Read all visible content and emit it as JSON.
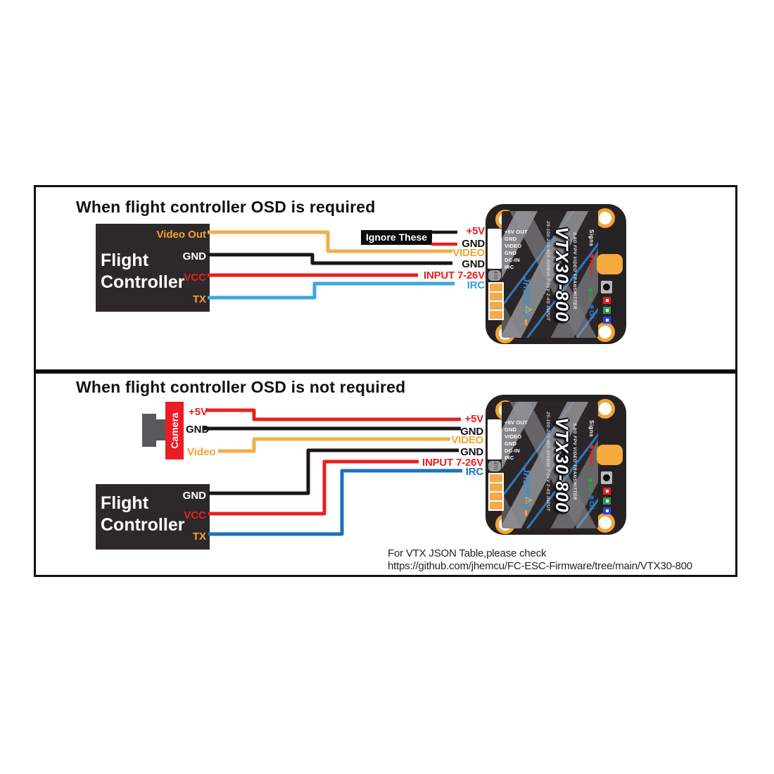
{
  "colors": {
    "wire_orange": "#efaf4e",
    "wire_red": "#e8201e",
    "wire_black": "#1a1516",
    "wire_blue_light": "#3ea7e0",
    "wire_blue_dark": "#1e72bc",
    "camera_red": "#ec1c24",
    "pad_orange": "#f2a435",
    "board_black": "#262223",
    "led_green": "#2e9e47",
    "led_blue": "#2742f0"
  },
  "panel1": {
    "title": "When flight controller OSD is required",
    "flight_controller": {
      "line1": "Flight",
      "line2": "Controller",
      "pins": [
        "Video Out",
        "GND",
        "VCC",
        "TX"
      ]
    },
    "ignore_label": "Ignore These",
    "vtx_wire_labels": [
      "+5V",
      "GND",
      "VIDEO",
      "GND",
      "INPUT 7-26V",
      "IRC"
    ]
  },
  "panel2": {
    "title": "When flight controller OSD is not required",
    "camera": {
      "label": "Camera",
      "pins": [
        "+5V",
        "GND",
        "Video"
      ]
    },
    "flight_controller": {
      "line1": "Flight",
      "line2": "Controller",
      "pins": [
        "GND",
        "VCC",
        "TX"
      ]
    },
    "vtx_wire_labels": [
      "+5V",
      "GND",
      "VIDEO",
      "GND",
      "INPUT 7-26V",
      "IRC"
    ],
    "footer": {
      "line1": "For VTX JSON Table,please check",
      "line2": "https://github.com/jhemcu/FC-ESC-Firmware/tree/main/VTX30-800"
    }
  },
  "vtx_board": {
    "model": "VTX30-800",
    "subtitle": "5.8G FPV VIDEO TRANSMITTER",
    "spec_text": "25-100-200-400-800MW 7-26V 2-4S INPUT",
    "pad_labels_joined": "+5V OUT\nGND\nVIDEO\nGND\nDC-IN\nIRC",
    "brand": "JHEMCU",
    "capacitor_label": "470",
    "signs_title": "Signs",
    "indicators": [
      {
        "label": "Power"
      },
      {
        "label": "FR"
      },
      {
        "label": "CH"
      }
    ]
  }
}
